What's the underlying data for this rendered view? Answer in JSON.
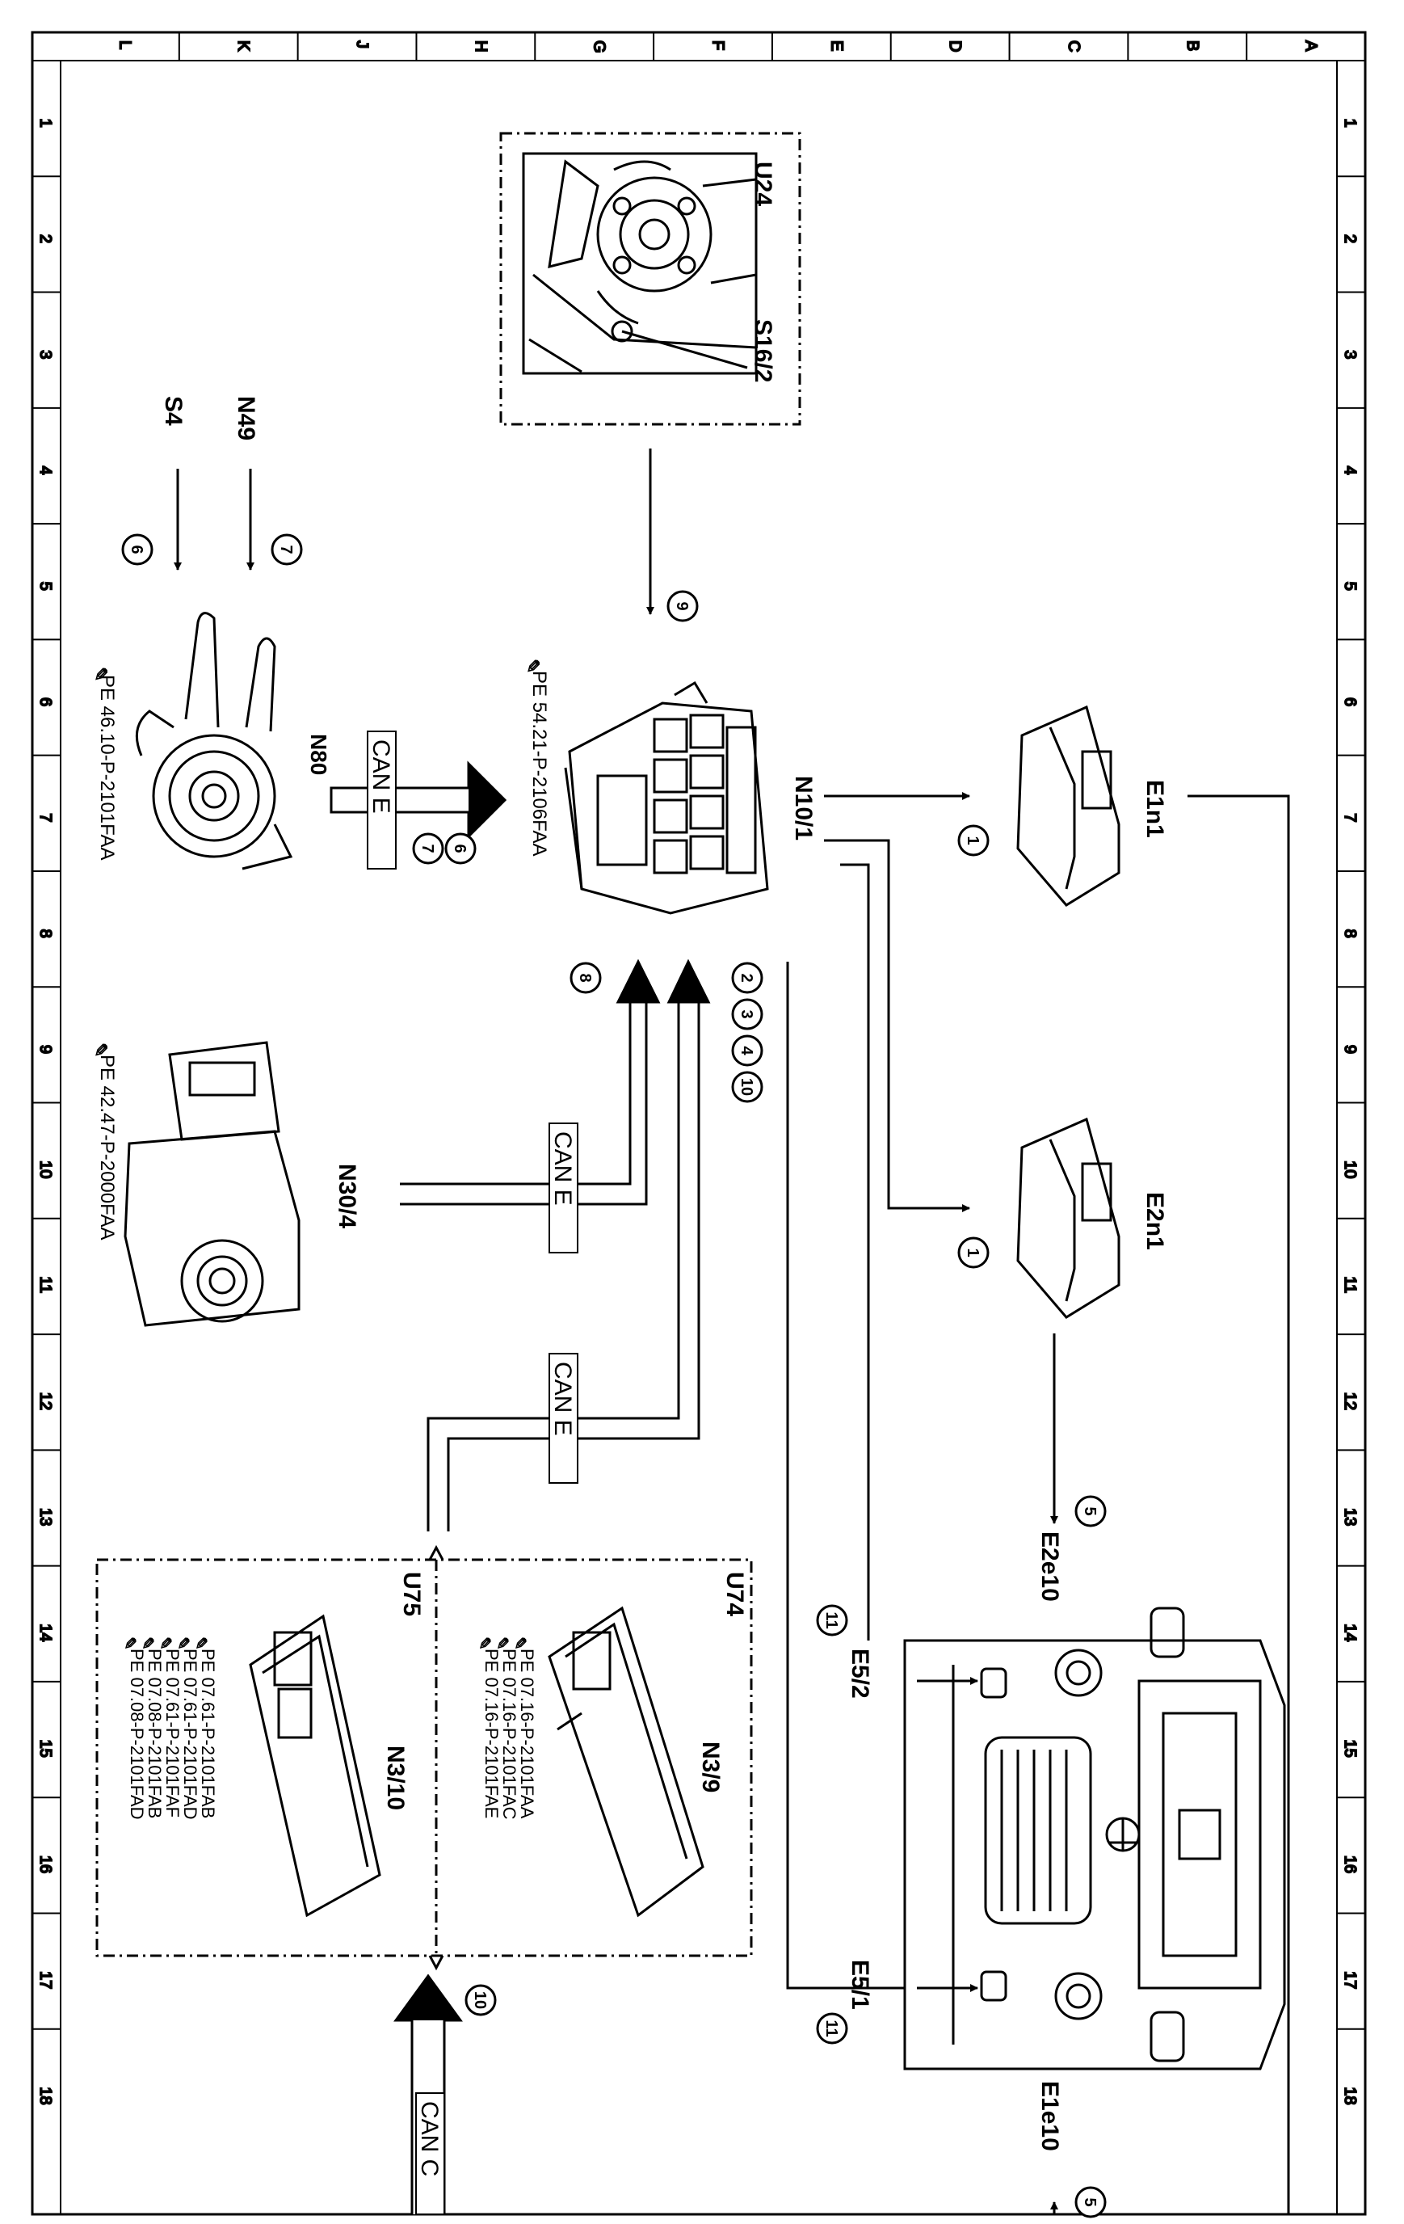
{
  "grid": {
    "top_columns": [
      "L",
      "K",
      "J",
      "H",
      "G",
      "F",
      "E",
      "D",
      "C",
      "B",
      "A"
    ],
    "side_rows": [
      "1",
      "2",
      "3",
      "4",
      "5",
      "6",
      "7",
      "8",
      "9",
      "10",
      "11",
      "12",
      "13",
      "14",
      "15",
      "16",
      "17",
      "18"
    ]
  },
  "components": {
    "u24": "U24",
    "s16_2": "S16/2",
    "n49": "N49",
    "s4": "S4",
    "n80": "N80",
    "n10_1": "N10/1",
    "e1n1": "E1n1",
    "e2n1": "E2n1",
    "n30_4": "N30/4",
    "u74": "U74",
    "u75": "U75",
    "n3_9": "N3/9",
    "n3_10": "N3/10",
    "e2e10": "E2e10",
    "e1e10": "E1e10",
    "e5_2": "E5/2",
    "e5_1": "E5/1"
  },
  "references": {
    "n80_ref": "PE 46.10-P-2101FAA",
    "n10_ref": "PE 54.21-P-2106FAA",
    "n30_ref": "PE 42.47-P-2000FAA",
    "u74_refs": [
      "PE 07.16-P-2101FAA",
      "PE 07.16-P-2101FAC",
      "PE 07.16-P-2101FAE"
    ],
    "u75_refs": [
      "PE 07.61-P-2101FAB",
      "PE 07.61-P-2101FAD",
      "PE 07.61-P-2101FAF",
      "PE 07.08-P-2101FAB",
      "PE 07.08-P-2101FAD"
    ]
  },
  "bus_labels": {
    "can_n80": "CAN E",
    "can_n30": "CAN E",
    "can_u75": "CAN E",
    "can_bottom": "CAN C"
  },
  "callouts": {
    "c1a": "1",
    "c1b": "1",
    "c2": "2",
    "c3": "3",
    "c4": "4",
    "c10a": "10",
    "c5a": "5",
    "c5b": "5",
    "c6a": "6",
    "c6b": "6",
    "c7a": "7",
    "c7b": "7",
    "c8": "8",
    "c9": "9",
    "c10b": "10",
    "c11a": "11",
    "c11b": "11"
  }
}
